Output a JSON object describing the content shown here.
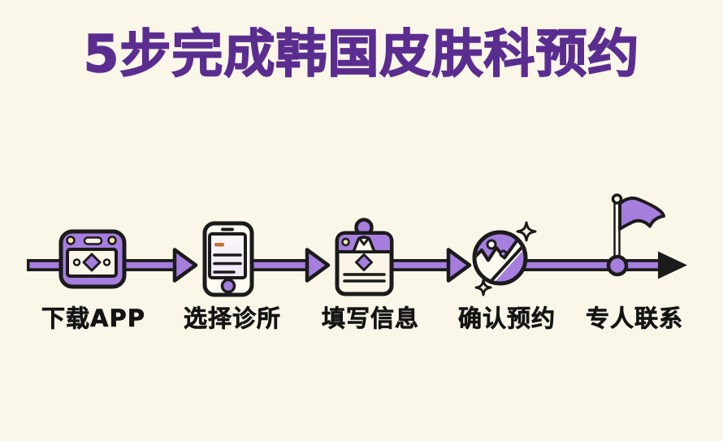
{
  "title": "5步完成韩国皮肤科预约",
  "steps": [
    {
      "label": "下载APP",
      "icon": "app-window-icon"
    },
    {
      "label": "选择诊所",
      "icon": "phone-icon"
    },
    {
      "label": "填写信息",
      "icon": "form-icon"
    },
    {
      "label": "确认预约",
      "icon": "confirm-badge-icon"
    },
    {
      "label": "专人联系",
      "icon": "flag-icon"
    }
  ],
  "flow": {
    "direction": "left-to-right",
    "end_marker": "black-arrowhead"
  },
  "colors": {
    "background": "#FAF7E9",
    "title": "#5B2D90",
    "purple": "#A67EDE",
    "outline": "#1B1B1B",
    "cream": "#FBF5E8",
    "yellow": "#F2E5A8",
    "orange": "#C2722E",
    "label": "#141414"
  }
}
